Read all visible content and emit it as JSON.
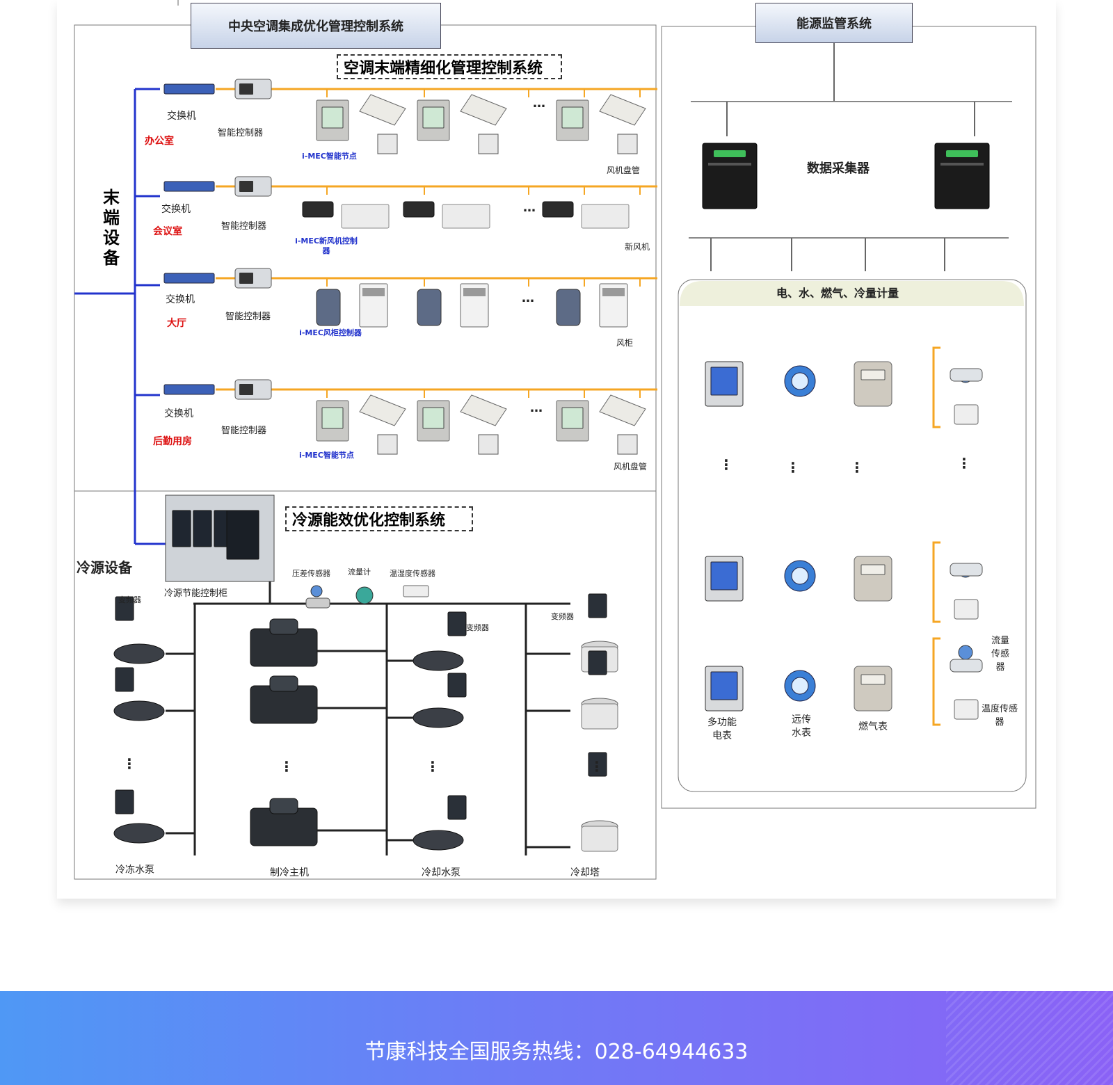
{
  "headers": {
    "hvac_system": "中央空调集成优化管理控制系统",
    "energy_system": "能源监管系统",
    "terminal_system": "空调末端精细化管理控制系统",
    "cold_source_system": "冷源能效优化控制系统",
    "metering": "电、水、燃气、冷量计量"
  },
  "left": {
    "terminal_devices": "末端设备",
    "switch": "交换机",
    "controller": "智能控制器",
    "ellipsis": "…",
    "rooms": [
      "办公室",
      "会议室",
      "大厅",
      "后勤用房"
    ],
    "node_labels": [
      "i-MEC智能节点",
      "i-MEC新风机控制器",
      "i-MEC风柜控制器",
      "i-MEC智能节点"
    ],
    "end_labels": [
      "风机盘管",
      "新风机",
      "风柜",
      "风机盘管"
    ]
  },
  "cold": {
    "equipment": "冷源设备",
    "cabinet": "冷源节能控制柜",
    "pressure_sensor": "压差传感器",
    "flow_meter": "流量计",
    "temp_sensor": "温湿度传感器",
    "vfd": "变频器",
    "chilled_pump": "冷冻水泵",
    "chiller": "制冷主机",
    "cooling_pump": "冷却水泵",
    "cooling_tower": "冷却塔",
    "vdots": "⋮"
  },
  "energy": {
    "collector": "数据采集器",
    "meter_labels": [
      "多功能电表",
      "远传水表",
      "燃气表"
    ],
    "flow_sensor": "流量传感器",
    "temp_sensor": "温度传感器"
  },
  "footer": {
    "hotline": "节康科技全国服务热线：028-64944633"
  },
  "colors": {
    "orange_line": "#f5a623",
    "blue_line": "#2233cc",
    "footer_start": "#4f98f5",
    "footer_end": "#8a62f6"
  }
}
